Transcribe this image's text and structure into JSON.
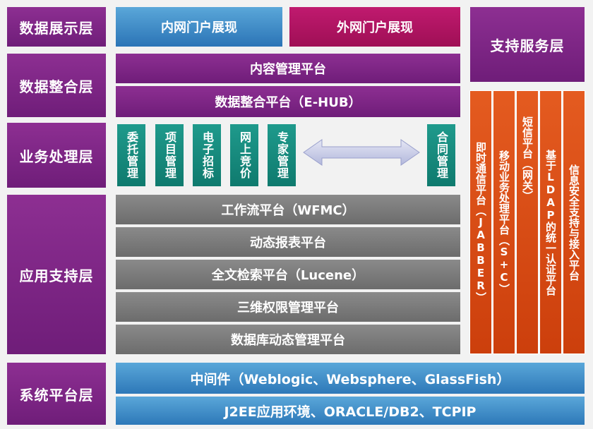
{
  "layers": {
    "data_display": "数据展示层",
    "data_integration": "数据整合层",
    "business_processing": "业务处理层",
    "application_support": "应用支持层",
    "system_platform": "系统平台层"
  },
  "display": {
    "intranet": "内网门户展现",
    "extranet": "外网门户展现"
  },
  "integration": {
    "cms": "内容管理平台",
    "ehub": "数据整合平台（E-HUB）"
  },
  "business": {
    "items": [
      "委托管理",
      "项目管理",
      "电子招标",
      "网上竞价",
      "专家管理"
    ],
    "last": "合同管理"
  },
  "app_support": {
    "items": [
      "工作流平台（WFMC）",
      "动态报表平台",
      "全文检索平台（Lucene）",
      "三维权限管理平台",
      "数据库动态管理平台"
    ]
  },
  "system": {
    "middleware": "中间件（Weblogic、Websphere、GlassFish）",
    "env": "J2EE应用环境、ORACLE/DB2、TCPIP"
  },
  "support_services": {
    "title": "支持服务层",
    "columns": [
      "即时通信平台（JABBER）",
      "移动业务处理平台（S+C）",
      "短信平台（网关）",
      "基于LDAP的统一认证平台",
      "信息安全支持与接入平台"
    ]
  },
  "colors": {
    "purple": "#7d2686",
    "blue": "#3d8ac8",
    "pink": "#b0145f",
    "gray": "#7a7a7a",
    "teal": "#158a7c",
    "orange": "#d94a14",
    "arrow": "#c9cde8"
  }
}
